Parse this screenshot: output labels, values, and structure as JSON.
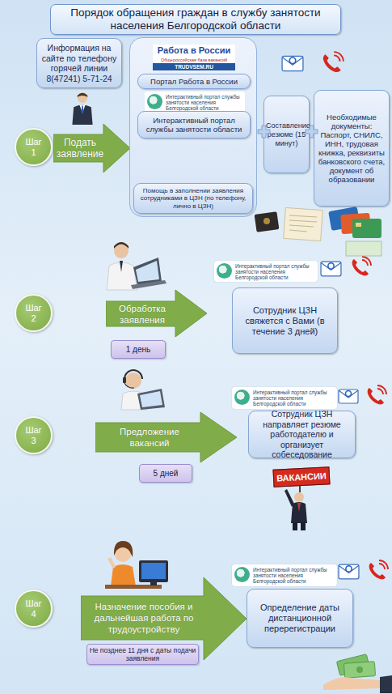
{
  "diagram": {
    "title": "Порядок обращения граждан в службу занятости населения Белгородской области",
    "nodes": [
      {
        "text": [
          "Информация на сайте по телефону горячей линии 8(47241) 5-71-24"
        ]
      },
      {
        "text": [
          "Шаг 1"
        ]
      },
      {
        "text": [
          "Подать заявление"
        ]
      },
      {
        "text": [
          "Работа в России",
          "Общероссийская база вакансий",
          "TRUDVSEM.RU",
          "Интерактивный портал службы занятости населения Белгородской области"
        ]
      },
      {
        "text": [
          "Портал Работа в России"
        ],
        "in": 3
      },
      {
        "text": [
          "Интерактивный портал службы занятости области"
        ],
        "in": 3
      },
      {
        "text": [
          "Помощь в заполнении заявления сотрудниками в ЦЗН (по телефону, лично в ЦЗН)"
        ],
        "in": 3
      },
      {
        "text": [
          "Составление резюме (15 минут)"
        ]
      },
      {
        "text": [
          "Необходимые документы: Паспорт, СНИЛС, ИНН, трудовая книжка, реквизиты банковского счета, документ об образовании"
        ]
      },
      {
        "text": [
          "Шаг 2"
        ]
      },
      {
        "text": [
          "Обработка заявления"
        ]
      },
      {
        "text": [
          "1 день"
        ]
      },
      {
        "text": [
          "Сотрудник ЦЗН свяжется с Вами (в течение 3 дней)"
        ]
      },
      {
        "text": [
          "Шаг 3"
        ]
      },
      {
        "text": [
          "Предложение вакансий"
        ]
      },
      {
        "text": [
          "5 дней"
        ]
      },
      {
        "text": [
          "Сотрудник ЦЗН направляет резюме работодателю и организует собеседование"
        ]
      },
      {
        "text": [
          "Шаг 4"
        ]
      },
      {
        "text": [
          "Назначение пособия и дальнейшая работа по трудоустройству"
        ]
      },
      {
        "text": [
          "Не позднее 11 дня с даты подачи заявления"
        ]
      },
      {
        "text": [
          "Определение даты дистанционной перерегистрации"
        ]
      }
    ],
    "labels": [
      "Интерактивный портал службы занятости населения Белгородской области",
      "Интерактивный портал службы занятости населения Белгородской области",
      "ВАКАНСИИ",
      "Интерактивный портал службы занятости населения Белгородской области"
    ]
  }
}
